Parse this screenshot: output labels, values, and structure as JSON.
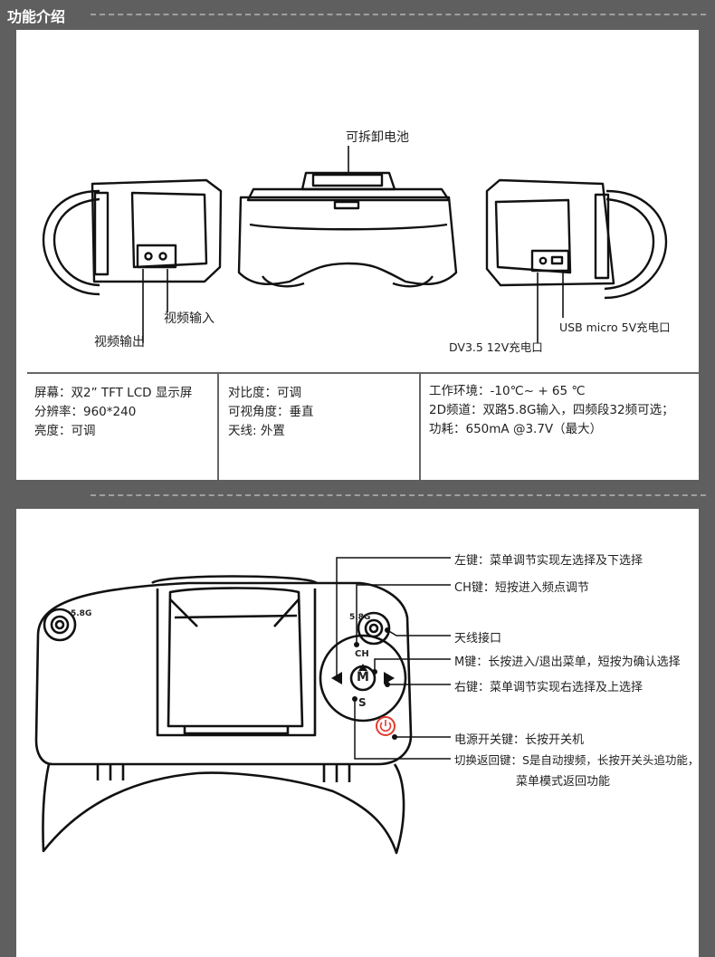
{
  "header": {
    "title": "功能介绍"
  },
  "top_panel": {
    "callouts": {
      "battery": "可拆卸电池",
      "video_in": "视频输入",
      "video_out": "视频输出",
      "dc_port": "DV3.5 12V充电口",
      "usb_port": "USB micro 5V充电口"
    },
    "specs": {
      "col1": [
        "屏幕：双2” TFT LCD 显示屏",
        "分辨率：960*240",
        "亮度：可调"
      ],
      "col2": [
        "对比度：可调",
        "可视角度：垂直",
        "天线: 外置"
      ],
      "col3": [
        "工作环境：-10℃~ + 65 ℃",
        "2D频道：双路5.8G输入，四频段32频可选；",
        "功耗：650mA @3.7V（最大）"
      ]
    }
  },
  "bottom_panel": {
    "device_labels": {
      "antenna_left": "5.8G",
      "antenna_right": "5.8G",
      "ch": "CH",
      "m": "M",
      "s": "S"
    },
    "callouts": [
      "左键：菜单调节实现左选择及下选择",
      "CH键：短按进入频点调节",
      "天线接口",
      "M键：长按进入/退出菜单，短按为确认选择",
      "右键：菜单调节实现右选择及上选择",
      "电源开关键：长按开关机",
      "切换返回键：S是自动搜频，长按开关头追功能，",
      "菜单模式返回功能"
    ]
  },
  "colors": {
    "background": "#5f5f5f",
    "panel": "#ffffff",
    "power_red": "#e23b2e"
  }
}
